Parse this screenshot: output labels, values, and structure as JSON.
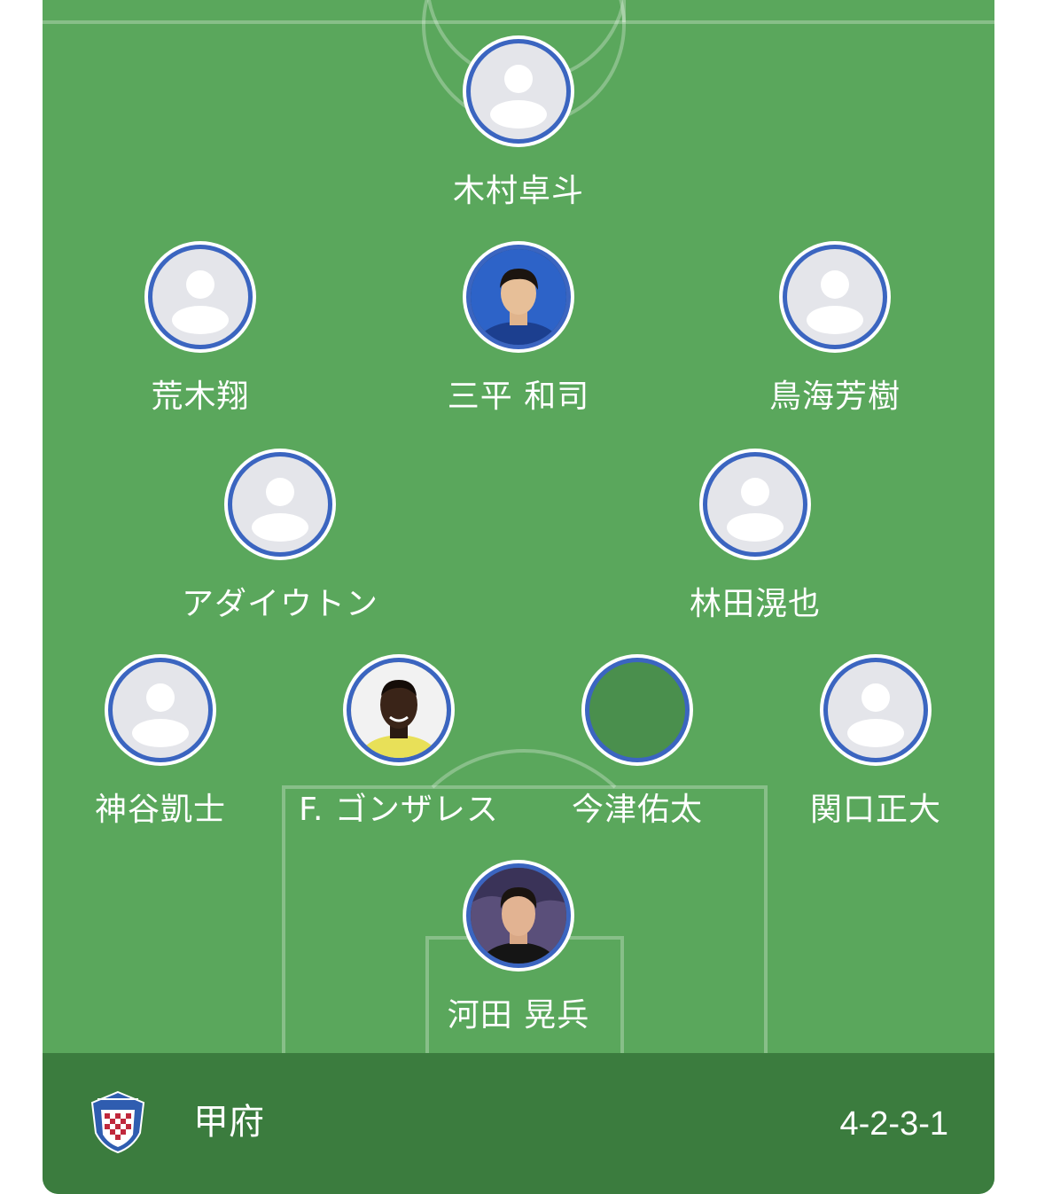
{
  "team": {
    "name": "甲府",
    "formation": "4-2-3-1",
    "crest_icon": "club-crest-icon"
  },
  "players": [
    {
      "name": "木村卓斗",
      "avatar": "placeholder"
    },
    {
      "name": "荒木翔",
      "avatar": "placeholder"
    },
    {
      "name": "三平 和司",
      "avatar": "photo"
    },
    {
      "name": "鳥海芳樹",
      "avatar": "placeholder"
    },
    {
      "name": "アダイウトン",
      "avatar": "placeholder"
    },
    {
      "name": "林田滉也",
      "avatar": "placeholder"
    },
    {
      "name": "神谷凱士",
      "avatar": "placeholder"
    },
    {
      "name": "F. ゴンザレス",
      "avatar": "photo"
    },
    {
      "name": "今津佑太",
      "avatar": "empty"
    },
    {
      "name": "関口正大",
      "avatar": "placeholder"
    },
    {
      "name": "河田 晃兵",
      "avatar": "photo"
    }
  ],
  "colors": {
    "pitch": "#5aa75c",
    "footer": "#3b7c3e",
    "avatar_ring": "#3b65c0",
    "placeholder_bg": "#e4e5ea"
  }
}
